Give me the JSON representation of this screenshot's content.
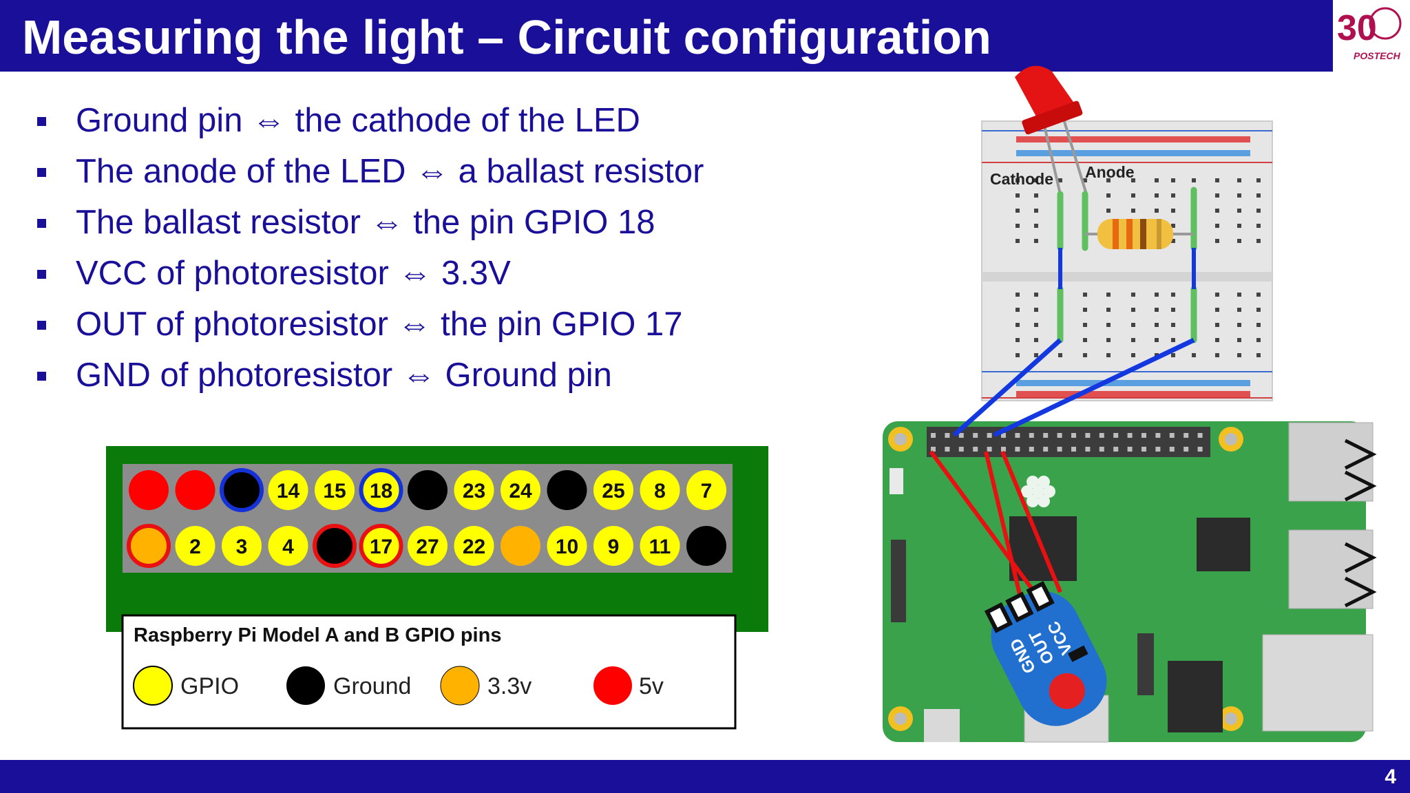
{
  "slide": {
    "title": "Measuring the light – Circuit configuration",
    "page_number": "4"
  },
  "bullets": [
    "Ground pin ⇔ the cathode of the LED",
    "The anode of the LED ⇔ a ballast resistor",
    "The ballast resistor ⇔ the pin GPIO 18",
    "VCC of photoresistor ⇔ 3.3V",
    "OUT of photoresistor ⇔ the pin GPIO 17",
    "GND of photoresistor ⇔ Ground pin"
  ],
  "gpio": {
    "top_row": [
      "",
      "",
      "",
      "14",
      "15",
      "18",
      "",
      "23",
      "24",
      "",
      "25",
      "8",
      "7"
    ],
    "bottom_row": [
      "",
      "2",
      "3",
      "4",
      "",
      "17",
      "27",
      "22",
      "",
      "10",
      "9",
      "11",
      ""
    ],
    "legend_title": "Raspberry Pi Model A and B GPIO pins",
    "legend": [
      "GPIO",
      "Ground",
      "3.3v",
      "5v"
    ]
  },
  "breadboard": {
    "cathode_label": "Cathode",
    "anode_label": "Anode"
  },
  "sensor": {
    "pins": [
      "GND",
      "OUT",
      "VCC"
    ]
  },
  "logo": {
    "text": "POSTECH",
    "number": "30"
  },
  "colors": {
    "brand_blue": "#1a0f99",
    "gpio": "#ffff00",
    "ground": "#000000",
    "v33": "#ffb300",
    "v5": "#ff0000",
    "board_green": "#0a7a0a"
  }
}
